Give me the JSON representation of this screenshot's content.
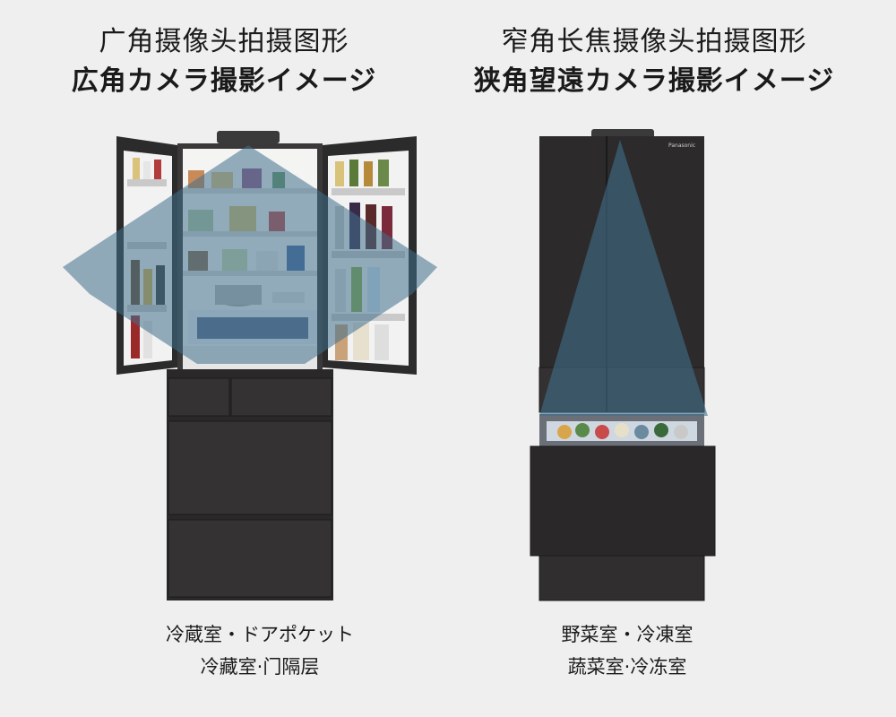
{
  "left_panel": {
    "title_zh": "广角摄像头拍摄图形",
    "title_ja": "広角カメラ撮影イメージ",
    "caption_ja": "冷蔵室・ドアポケット",
    "caption_zh": "冷藏室·门隔层"
  },
  "right_panel": {
    "title_zh": "窄角长焦摄像头拍摄图形",
    "title_ja": "狭角望遠カメラ撮影イメージ",
    "caption_ja": "野菜室・冷凍室",
    "caption_zh": "蔬菜室·冷冻室"
  },
  "brand_logo_text": "Panasonic",
  "colors": {
    "background": "#efefef",
    "fridge_body": "#2a2828",
    "camera_cone": "#3f6f8c",
    "text": "#1a1a1a"
  }
}
